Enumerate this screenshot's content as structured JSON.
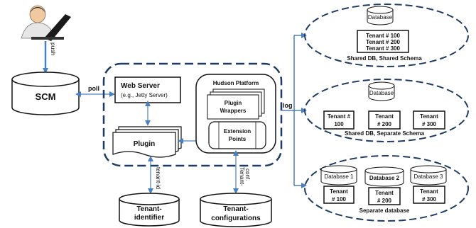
{
  "labels": {
    "push": "push",
    "poll": "poll",
    "log": "log",
    "tenant_id": "tenant-id",
    "tenant_conf_1": "Tenant-",
    "tenant_conf_2": "conf."
  },
  "scm": "SCM",
  "web_server": {
    "title": "Web Server",
    "subtitle": "(e.g., Jetty Server)"
  },
  "plugin": "Plugin",
  "hudson": {
    "title": "Hudson Platform",
    "wrappers_1": "Plugin",
    "wrappers_2": "Wrappers",
    "ext_1": "Extension",
    "ext_2": "Points"
  },
  "tenant_identifier": {
    "line1": "Tenant-",
    "line2": "identifier"
  },
  "tenant_configurations": {
    "line1": "Tenant-",
    "line2": "configurations"
  },
  "deploy1": {
    "db": "Database",
    "tenants": [
      "Tenant # 100",
      "Tenant # 200",
      "Tenant # 300"
    ],
    "caption": "Shared DB, Shared Schema"
  },
  "deploy2": {
    "db": "Database",
    "tenants": [
      {
        "l1": "Tenant #",
        "l2": "100"
      },
      {
        "l1": "Tenant",
        "l2": "# 200"
      },
      {
        "l1": "Tenant",
        "l2": "# 300"
      }
    ],
    "caption": "Shared DB, Separate Schema"
  },
  "deploy3": {
    "dbs": [
      "Database 1",
      "Database 2",
      "Database 3"
    ],
    "tenants": [
      {
        "l1": "Tenant",
        "l2": "# 100"
      },
      {
        "l1": "Tenant",
        "l2": "# 200"
      },
      {
        "l1": "Tenant",
        "l2": "# 300"
      }
    ],
    "caption": "Separate database"
  },
  "colors": {
    "accent": "#4a7fc1",
    "dashed_border": "#1f3b63",
    "stroke": "#111111"
  }
}
